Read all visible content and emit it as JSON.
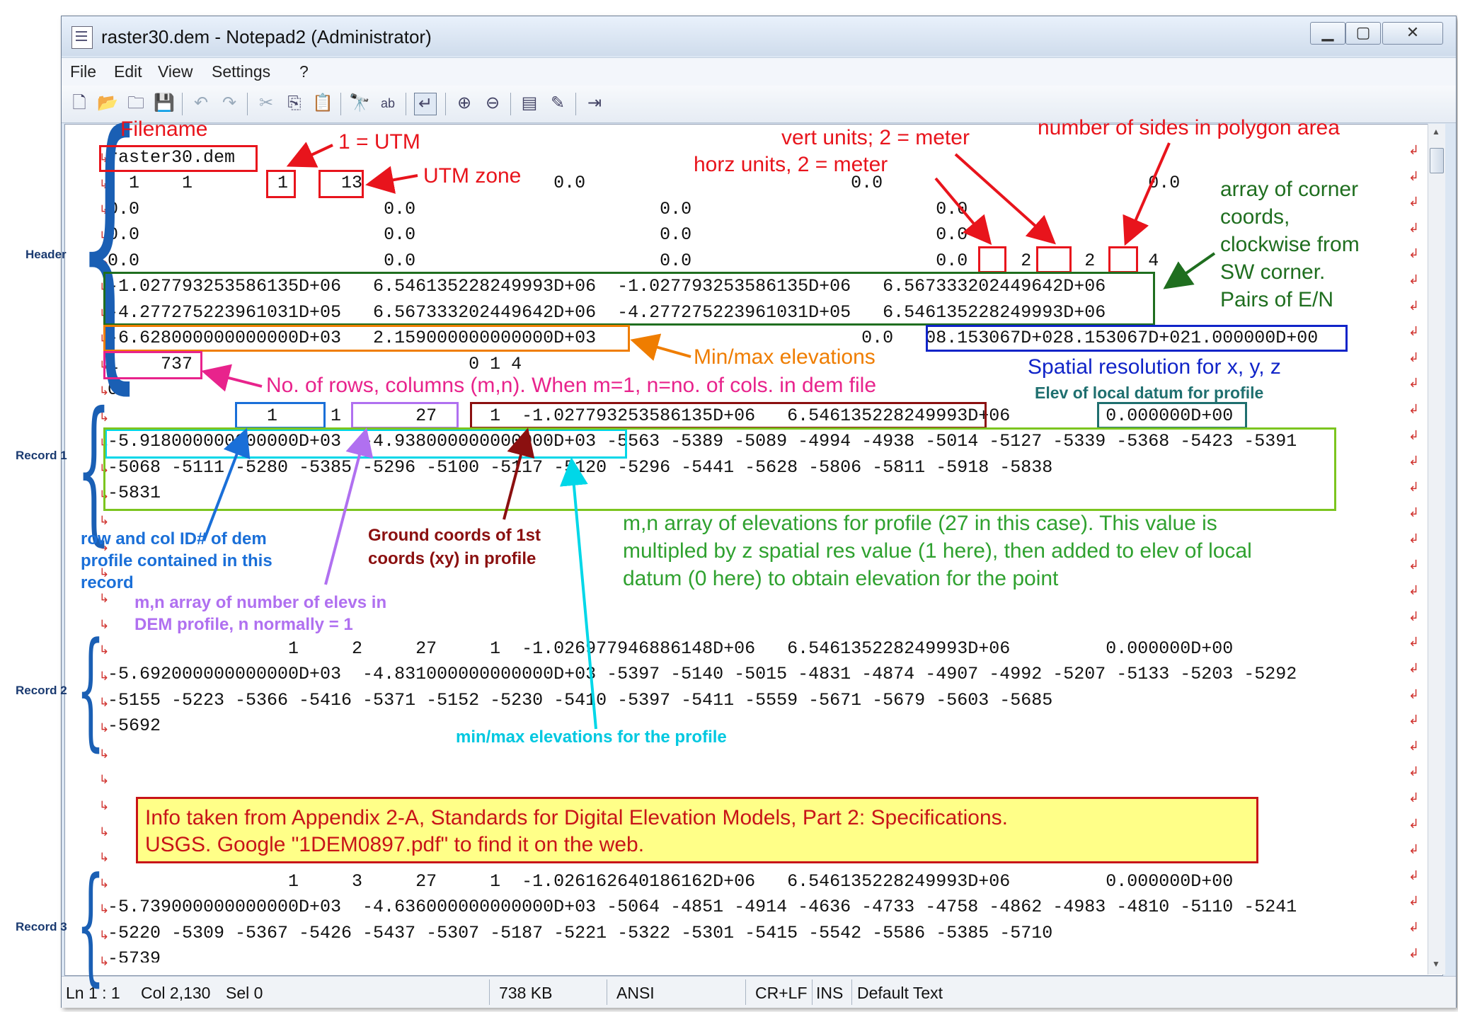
{
  "window": {
    "title": "raster30.dem - Notepad2 (Administrator)",
    "caption_buttons": [
      "minimize-icon",
      "maximize-icon",
      "close-icon"
    ]
  },
  "menu": [
    "File",
    "Edit",
    "View",
    "Settings",
    "?"
  ],
  "toolbar_icons": [
    "new-icon",
    "open-icon",
    "browse-icon",
    "save-icon",
    "undo-icon",
    "redo-icon",
    "cut-icon",
    "copy-icon",
    "paste-icon",
    "find-icon",
    "replace-icon",
    "wordwrap-icon",
    "zoom-in-icon",
    "zoom-out-icon",
    "settings-icon",
    "favorites-icon",
    "exit-icon"
  ],
  "lines": [
    "raster30.dem",
    "  1    1        1     13                  0.0                         0.0                         0.0",
    "0.0                       0.0                       0.0                       0.0",
    "0.0                       0.0                       0.0                       0.0",
    "0.0                       0.0                       0.0                       0.0     2     2     4",
    "-1.027793253586135D+06   6.546135228249993D+06  -1.027793253586135D+06   6.567333202449642D+06",
    "-4.277275223961031D+05   6.567333202449642D+06  -4.277275223961031D+05   6.546135228249993D+06",
    "-6.628000000000000D+03   2.159000000000000D+03                         0.0   08.153067D+028.153067D+021.000000D+00",
    "1    737                          0 1 4",
    "0",
    "               1     1       27     1  -1.027793253586135D+06   6.546135228249993D+06         0.000000D+00",
    "-5.918000000000000D+03  -4.938000000000000D+03 -5563 -5389 -5089 -4994 -4938 -5014 -5127 -5339 -5368 -5423 -5391",
    "-5068 -5111 -5280 -5385 -5296 -5100 -5117 -5120 -5296 -5441 -5628 -5806 -5811 -5918 -5838",
    "-5831",
    "",
    "",
    "",
    "",
    "",
    "                 1     2     27     1  -1.026977946886148D+06   6.546135228249993D+06         0.000000D+00",
    "-5.692000000000000D+03  -4.831000000000000D+03 -5397 -5140 -5015 -4831 -4874 -4907 -4992 -5207 -5133 -5203 -5292",
    "-5155 -5223 -5366 -5416 -5371 -5152 -5230 -5410 -5397 -5411 -5559 -5671 -5679 -5603 -5685",
    "-5692",
    "",
    "",
    "",
    "",
    "",
    "",
    "",
    "                 1     3     27     1  -1.026162640186162D+06   6.546135228249993D+06         0.000000D+00",
    "-5.739000000000000D+03  -4.636000000000000D+03 -5064 -4851 -4914 -4636 -4733 -4758 -4862 -4983 -4810 -5110 -5241",
    "-5220 -5309 -5367 -5426 -5437 -5307 -5187 -5221 -5322 -5301 -5415 -5542 -5586 -5385 -5710",
    "-5739"
  ],
  "section_labels": {
    "header": "Header",
    "record1": "Record 1",
    "record2": "Record 2",
    "record3": "Record 3"
  },
  "annotations": {
    "filename": "Filename",
    "utm": "1 = UTM",
    "utm_zone": "UTM zone",
    "vert_units": "vert units; 2 = meter",
    "horz_units": "horz units, 2 = meter",
    "polygon_sides": "number of sides in polygon area",
    "corner_coords": [
      "array of corner",
      "coords,",
      "clockwise from",
      "SW corner.",
      "Pairs of E/N"
    ],
    "minmax": "Min/max elevations",
    "spatial_res": "Spatial resolution for x, y, z",
    "rows_cols": "No. of rows, columns (m,n). When m=1, n=no. of cols. in dem file",
    "local_datum": "Elev of local datum for profile",
    "row_col_id": [
      "row and col ID# of dem",
      "profile contained in this",
      "record"
    ],
    "ground_coords": [
      "Ground coords of 1st",
      "coords (xy) in profile"
    ],
    "mn_elevs": [
      "m,n array of number of elevs in",
      "DEM profile, n normally = 1"
    ],
    "mn_profile": [
      "m,n array of elevations for profile (27 in this case). This value is",
      "multipled by z spatial res value (1 here), then added to elev of local",
      "datum (0 here) to obtain elevation for the point"
    ],
    "profile_minmax": "min/max elevations for the profile",
    "info": [
      "Info taken from Appendix 2-A, Standards for Digital Elevation Models, Part 2: Specifications.",
      "USGS. Google \"1DEM0897.pdf\" to find it on the web."
    ]
  },
  "status": {
    "position": "Ln 1 : 1",
    "col": "Col 2,130",
    "sel": "Sel 0",
    "size": "738 KB",
    "encoding": "ANSI",
    "eol": "CR+LF",
    "ins": "INS",
    "scheme": "Default Text"
  },
  "colors": {
    "red": "#e8141c",
    "green": "#1f6e1f",
    "orange": "#ef7d00",
    "blue": "#1024c8",
    "magenta": "#e8238c",
    "lime": "#7cc51f",
    "cyan": "#00d7e8",
    "purple": "#b070f0",
    "maroon": "#8b1010",
    "teal": "#1f6f6f"
  }
}
